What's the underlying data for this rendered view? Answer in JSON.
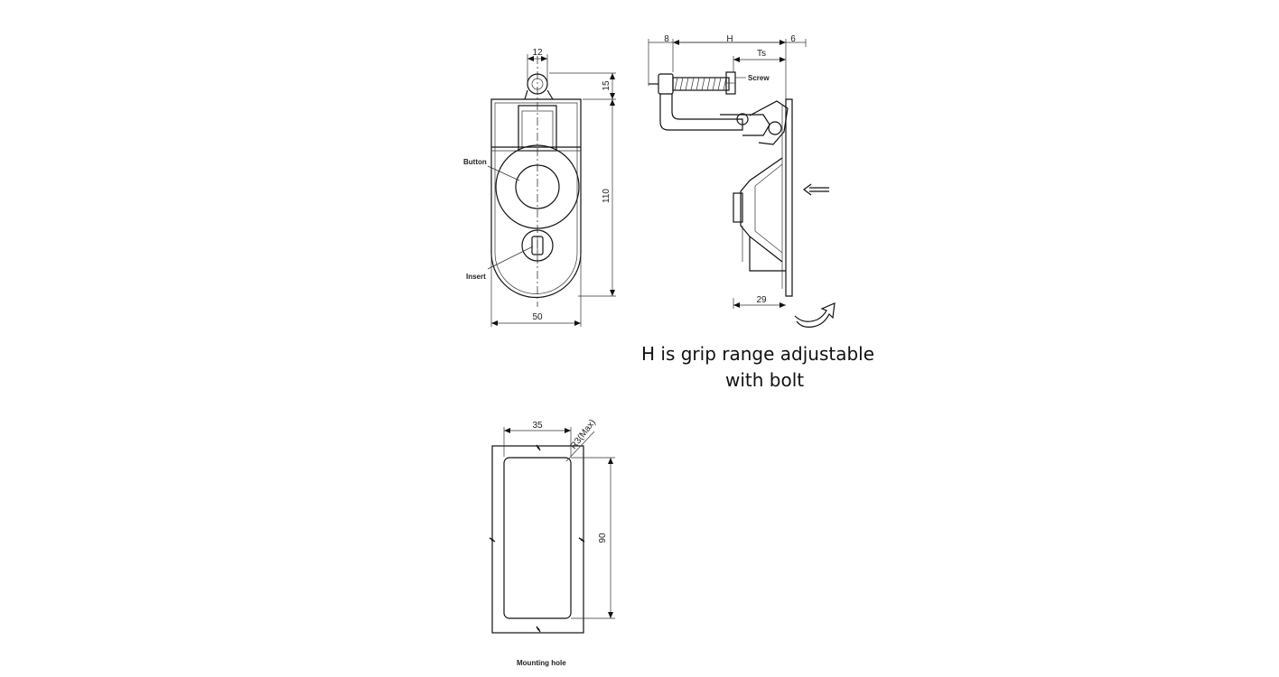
{
  "front_view": {
    "dim_top_width": "12",
    "dim_top_height": "15",
    "dim_height": "110",
    "dim_width": "50",
    "label_button": "Button",
    "label_insert": "Insert"
  },
  "side_view": {
    "dim_left": "8",
    "dim_h": "H",
    "dim_right": "6",
    "dim_ts": "Ts",
    "label_screw": "Screw",
    "dim_depth": "29"
  },
  "note": {
    "line1": "H is grip range adjustable",
    "line2": "with bolt"
  },
  "mounting_hole": {
    "dim_width": "35",
    "dim_radius": "R3(Max)",
    "dim_height": "90",
    "caption": "Mounting hole"
  }
}
